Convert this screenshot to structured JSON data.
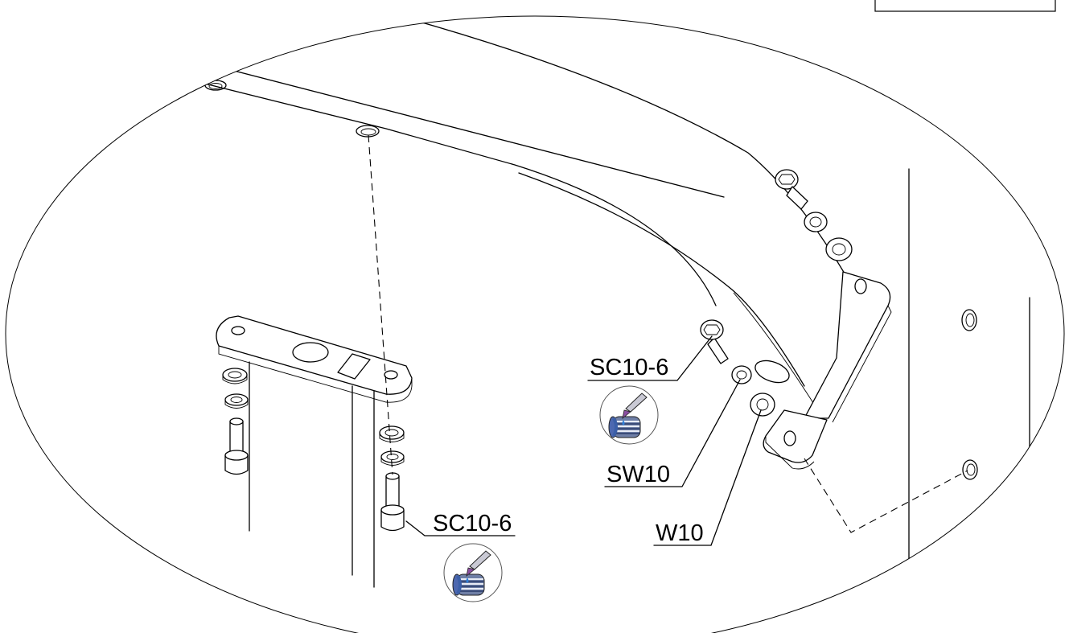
{
  "callouts": {
    "left_screw": "SC10-6",
    "right_screw": "SC10-6",
    "spring_washer": "SW10",
    "washer": "W10"
  },
  "icons": {
    "threadlocker_left": "threadlocker-icon",
    "threadlocker_right": "threadlocker-icon"
  },
  "colors": {
    "line": "#000000",
    "thread_blue": "#3b5fa8",
    "nozzle_purple": "#8a4fa0",
    "drop_blue": "#2f7fd8"
  }
}
